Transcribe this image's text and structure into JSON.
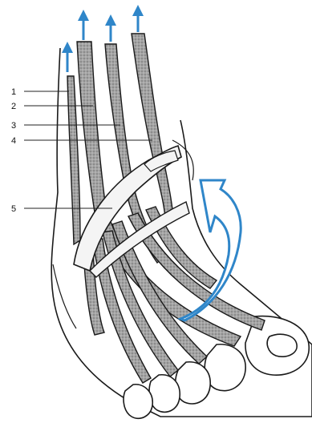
{
  "labels": [
    {
      "text": "1"
    },
    {
      "text": "2"
    },
    {
      "text": "3"
    },
    {
      "text": "4"
    },
    {
      "text": "5"
    }
  ],
  "colors": {
    "background": "#ffffff",
    "outline": "#1a1a1a",
    "tendon_fill": "#9a9a9a",
    "retinaculum_fill": "#f4f4f4",
    "arrow_blue": "#2f86c9",
    "leader_line": "#222222"
  },
  "icons": {
    "pull_arrow": "upward-arrow",
    "rotation_arrow": "curved-rotation-arrow"
  }
}
